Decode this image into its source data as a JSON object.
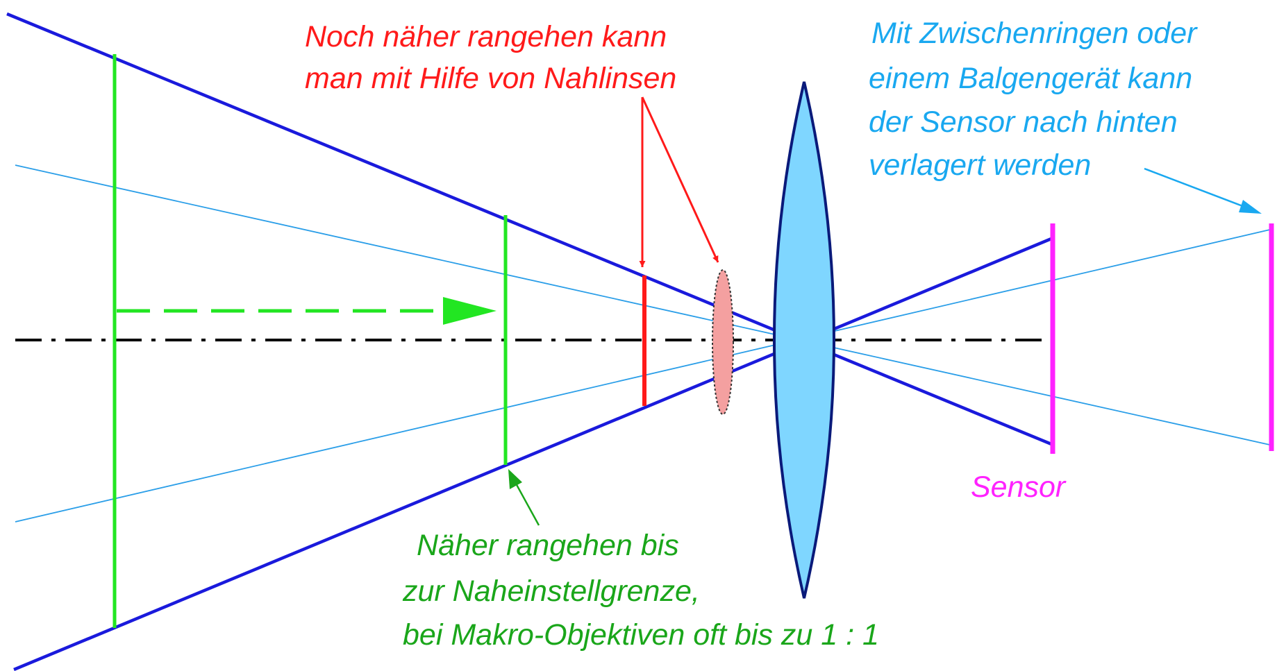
{
  "labels": {
    "red_top": {
      "line1": "Noch näher rangehen kann",
      "line2": "man mit Hilfe von Nahlinsen"
    },
    "blue_top": {
      "line1": "Mit Zwischenringen oder",
      "line2": "einem Balgengerät kann",
      "line3": "der Sensor nach hinten",
      "line4": "verlagert werden"
    },
    "sensor": "Sensor",
    "green_bottom": {
      "line1": "Näher rangehen bis",
      "line2": "zur Naheinstellgrenze,",
      "line3": "bei Makro-Objektiven oft bis zu 1 : 1"
    }
  },
  "colors": {
    "main_ray": "#1a1adc",
    "secondary_ray": "#2a9ee8",
    "object": "#22e622",
    "object_text": "#1aa61a",
    "close_up_annotation": "#ff1a1a",
    "close_up_lens_fill": "#f4a0a0",
    "main_lens_fill": "#7fd6ff",
    "main_lens_stroke": "#0a1a7a",
    "sensor": "#ff22ff",
    "extension_text": "#19a8f0",
    "optical_axis": "#000000"
  }
}
